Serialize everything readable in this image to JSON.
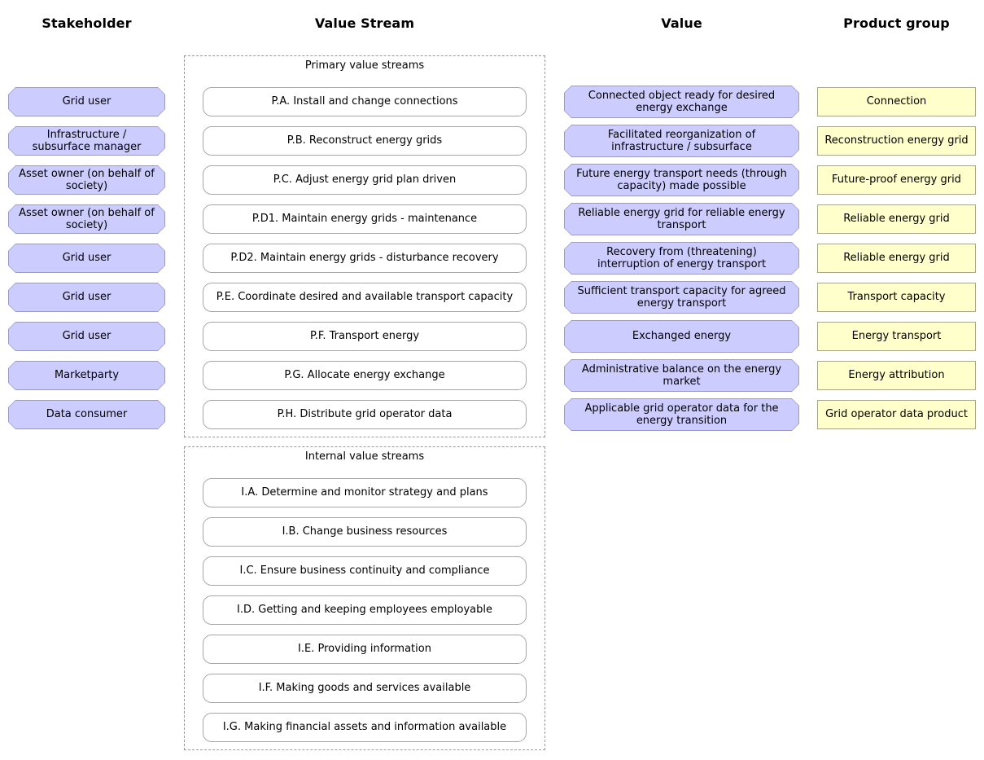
{
  "headers": {
    "stakeholder": "Stakeholder",
    "value_stream": "Value Stream",
    "value": "Value",
    "product_group": "Product group"
  },
  "groups": {
    "primary": "Primary value streams",
    "internal": "Internal value streams"
  },
  "colors": {
    "node_fill": "#CCCCFF",
    "node_border": "#9A9AC4",
    "value_stream_fill": "#FFFFFF",
    "value_stream_border": "#A6A6A6",
    "product_group_fill": "#FFFFCC",
    "product_group_border": "#A6A68A",
    "group_dashed_border": "#9A9A9A",
    "text": "#000000"
  },
  "stakeholders": [
    {
      "label": "Grid user"
    },
    {
      "label": "Infrastructure / subsurface manager"
    },
    {
      "label": "Asset owner (on behalf of society)"
    },
    {
      "label": "Asset owner (on behalf of society)"
    },
    {
      "label": "Grid user"
    },
    {
      "label": "Grid user"
    },
    {
      "label": "Grid user"
    },
    {
      "label": "Marketparty"
    },
    {
      "label": "Data consumer"
    }
  ],
  "primary_value_streams": [
    {
      "label": "P.A. Install and change connections"
    },
    {
      "label": "P.B. Reconstruct energy grids"
    },
    {
      "label": "P.C. Adjust energy grid plan driven"
    },
    {
      "label": "P.D1. Maintain energy grids - maintenance"
    },
    {
      "label": "P.D2. Maintain energy grids - disturbance recovery"
    },
    {
      "label": "P.E. Coordinate desired and available transport capacity"
    },
    {
      "label": "P.F. Transport energy"
    },
    {
      "label": "P.G. Allocate energy exchange"
    },
    {
      "label": "P.H. Distribute grid operator data"
    }
  ],
  "internal_value_streams": [
    {
      "label": "I.A. Determine and monitor strategy and plans"
    },
    {
      "label": "I.B. Change business resources"
    },
    {
      "label": "I.C. Ensure business continuity and compliance"
    },
    {
      "label": "I.D. Getting and keeping employees employable"
    },
    {
      "label": "I.E. Providing information"
    },
    {
      "label": "I.F. Making goods and services available"
    },
    {
      "label": "I.G. Making financial assets and information available"
    }
  ],
  "values": [
    {
      "label": "Connected object ready for desired energy exchange"
    },
    {
      "label": "Facilitated reorganization of infrastructure / subsurface"
    },
    {
      "label": "Future energy transport needs (through capacity) made possible"
    },
    {
      "label": "Reliable energy grid for reliable energy transport"
    },
    {
      "label": "Recovery from (threatening) interruption of energy transport"
    },
    {
      "label": "Sufficient transport capacity for agreed energy transport"
    },
    {
      "label": "Exchanged energy"
    },
    {
      "label": "Administrative balance on the energy market"
    },
    {
      "label": "Applicable grid operator data for the energy transition"
    }
  ],
  "product_groups": [
    {
      "label": "Connection"
    },
    {
      "label": "Reconstruction energy grid"
    },
    {
      "label": "Future-proof energy grid"
    },
    {
      "label": "Reliable energy grid"
    },
    {
      "label": "Reliable energy grid"
    },
    {
      "label": "Transport capacity"
    },
    {
      "label": "Energy transport"
    },
    {
      "label": "Energy attribution"
    },
    {
      "label": "Grid operator data product"
    }
  ]
}
